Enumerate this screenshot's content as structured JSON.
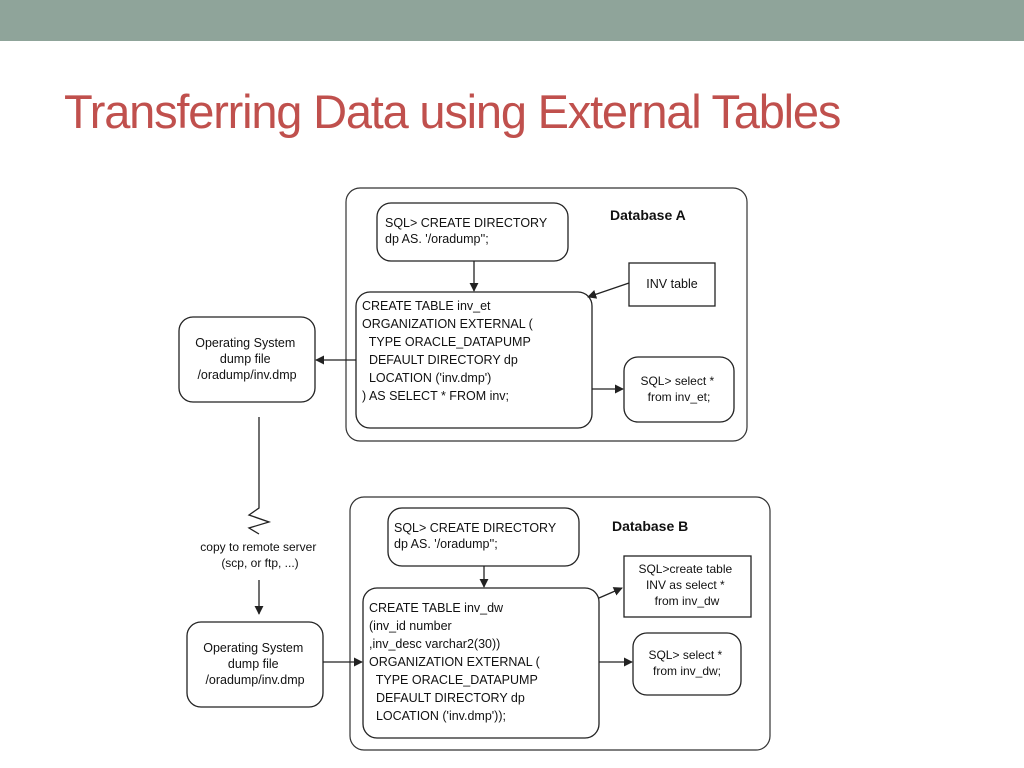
{
  "slide": {
    "title": "Transferring Data using External Tables",
    "title_color": "#c0504d",
    "bar_color": "#8fa49a"
  },
  "database_a": {
    "label": "Database A",
    "create_directory": [
      "SQL> CREATE DIRECTORY",
      "dp AS. '/oradump'';"
    ],
    "inv_table": "INV table",
    "create_table": [
      "CREATE TABLE inv_et",
      "ORGANIZATION EXTERNAL (",
      "  TYPE ORACLE_DATAPUMP",
      "  DEFAULT DIRECTORY dp",
      "  LOCATION ('inv.dmp')",
      ") AS SELECT * FROM inv;"
    ],
    "select": [
      "SQL> select *",
      "from inv_et;"
    ]
  },
  "os_source": [
    "Operating System",
    "dump file",
    "/oradump/inv.dmp"
  ],
  "copy_label": [
    "copy to remote server",
    "(scp, or ftp, ...)"
  ],
  "os_target": [
    "Operating System",
    "dump file",
    "/oradump/inv.dmp"
  ],
  "database_b": {
    "label": "Database B",
    "create_directory": [
      "SQL> CREATE DIRECTORY",
      "dp AS. '/oradump'';"
    ],
    "create_table_as": [
      "SQL>create table",
      "INV as select *",
      "from inv_dw"
    ],
    "create_table": [
      "CREATE TABLE inv_dw",
      "(inv_id number",
      ",inv_desc varchar2(30))",
      "ORGANIZATION EXTERNAL (",
      "  TYPE ORACLE_DATAPUMP",
      "  DEFAULT DIRECTORY dp",
      "  LOCATION ('inv.dmp'));"
    ],
    "select": [
      "SQL> select *",
      "from inv_dw;"
    ]
  }
}
